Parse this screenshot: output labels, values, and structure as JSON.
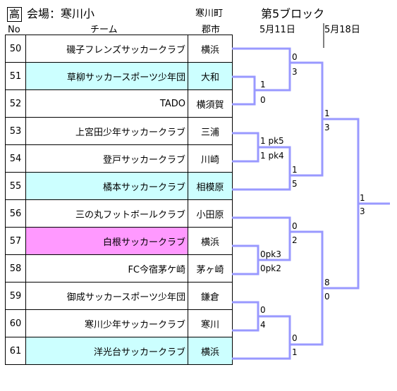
{
  "header": {
    "level": "高",
    "venue": "会場：寒川小",
    "venue_city": "寒川町",
    "block": "第5ブロック",
    "date1": "5月11日",
    "date2": "5月18日",
    "col_no": "No",
    "col_team": "チーム",
    "col_city": "郡市"
  },
  "teams": [
    {
      "no": "50",
      "name": "磯子フレンズサッカークラブ",
      "city": "横浜",
      "color": "none"
    },
    {
      "no": "51",
      "name": "草柳サッカースポーツ少年団",
      "city": "大和",
      "color": "cyan"
    },
    {
      "no": "52",
      "name": "TADO",
      "city": "横須賀",
      "color": "none"
    },
    {
      "no": "53",
      "name": "上宮田少年サッカークラブ",
      "city": "三浦",
      "color": "none"
    },
    {
      "no": "54",
      "name": "登戸サッカークラブ",
      "city": "川崎",
      "color": "none"
    },
    {
      "no": "55",
      "name": "橘本サッカークラブ",
      "city": "相模原",
      "color": "cyan"
    },
    {
      "no": "56",
      "name": "三の丸フットボールクラブ",
      "city": "小田原",
      "color": "none"
    },
    {
      "no": "57",
      "name": "白根サッカークラブ",
      "city": "横浜",
      "color": "pink"
    },
    {
      "no": "58",
      "name": "FC今宿茅ケ崎",
      "city": "茅ヶ崎",
      "color": "none"
    },
    {
      "no": "59",
      "name": "御成サッカースポーツ少年団",
      "city": "鎌倉",
      "color": "none"
    },
    {
      "no": "60",
      "name": "寒川少年サッカークラブ",
      "city": "寒川",
      "color": "none"
    },
    {
      "no": "61",
      "name": "洋光台サッカークラブ",
      "city": "横浜",
      "color": "cyan"
    }
  ],
  "scores": {
    "m51_52_top": "1",
    "m51_52_bot": "0",
    "m53_54_top": "1 pk5",
    "m53_54_bot": "1 pk4",
    "m57_58_top": "0pk3",
    "m57_58_bot": "0pk2",
    "m60_59_top": "0",
    "m60_59_bot": "4",
    "r2a_top": "0",
    "r2a_bot": "3",
    "r2b_top": "1",
    "r2b_bot": "5",
    "r2c_top": "0",
    "r2c_bot": "2",
    "r2d_top": "0",
    "r2d_bot": "1",
    "sfa_top": "1",
    "sfa_bot": "3",
    "sfb_top": "8",
    "sfb_bot": "0",
    "final_top": "1",
    "final_bot": "3"
  },
  "colors": {
    "bracket": "#9999ff",
    "cyan": "#ccffff",
    "pink": "#ff99ff"
  }
}
